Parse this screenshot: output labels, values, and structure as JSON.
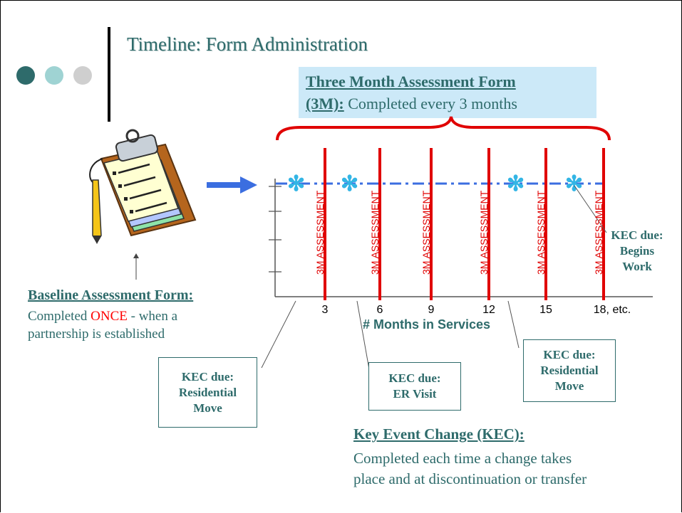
{
  "title": "Timeline: Form Administration",
  "three_month_form": {
    "title_line1": "Three Month Assessment Form",
    "title_abbrev": "(3M):",
    "desc": " Completed every 3 months"
  },
  "baseline_form": {
    "title": "Baseline Assessment Form:",
    "desc_before": "Completed ",
    "desc_highlight": "ONCE",
    "desc_after": " - when a partnership is established"
  },
  "timeline": {
    "xlabel": "# Months in Services",
    "ticks": [
      "3",
      "6",
      "9",
      "12",
      "15",
      "18, etc."
    ],
    "assessment_label": "3M ASSESSMENT"
  },
  "kec_boxes": [
    {
      "line1": "KEC due:",
      "line2": "Residential",
      "line3": "Move"
    },
    {
      "line1": "KEC due:",
      "line2": "ER Visit",
      "line3": ""
    },
    {
      "line1": "KEC due:",
      "line2": "Residential",
      "line3": "Move"
    },
    {
      "line1": "KEC due:",
      "line2": "Begins",
      "line3": "Work"
    }
  ],
  "kec_section": {
    "title": "Key Event Change (KEC):",
    "desc": "Completed each time a change takes place and at discontinuation or transfer"
  },
  "colors": {
    "text": "#2e6b6b",
    "assessment_line": "#e00000",
    "timeline_dash": "#3b6ee0",
    "asterisk": "#33b5e5",
    "three_month_box": "#cce9f8",
    "dots": [
      "#2e6b6b",
      "#9fd3d3",
      "#cfcfcf"
    ]
  },
  "icons": [
    "clipboard-icon",
    "arrow-right-icon",
    "asterisk-icon"
  ]
}
